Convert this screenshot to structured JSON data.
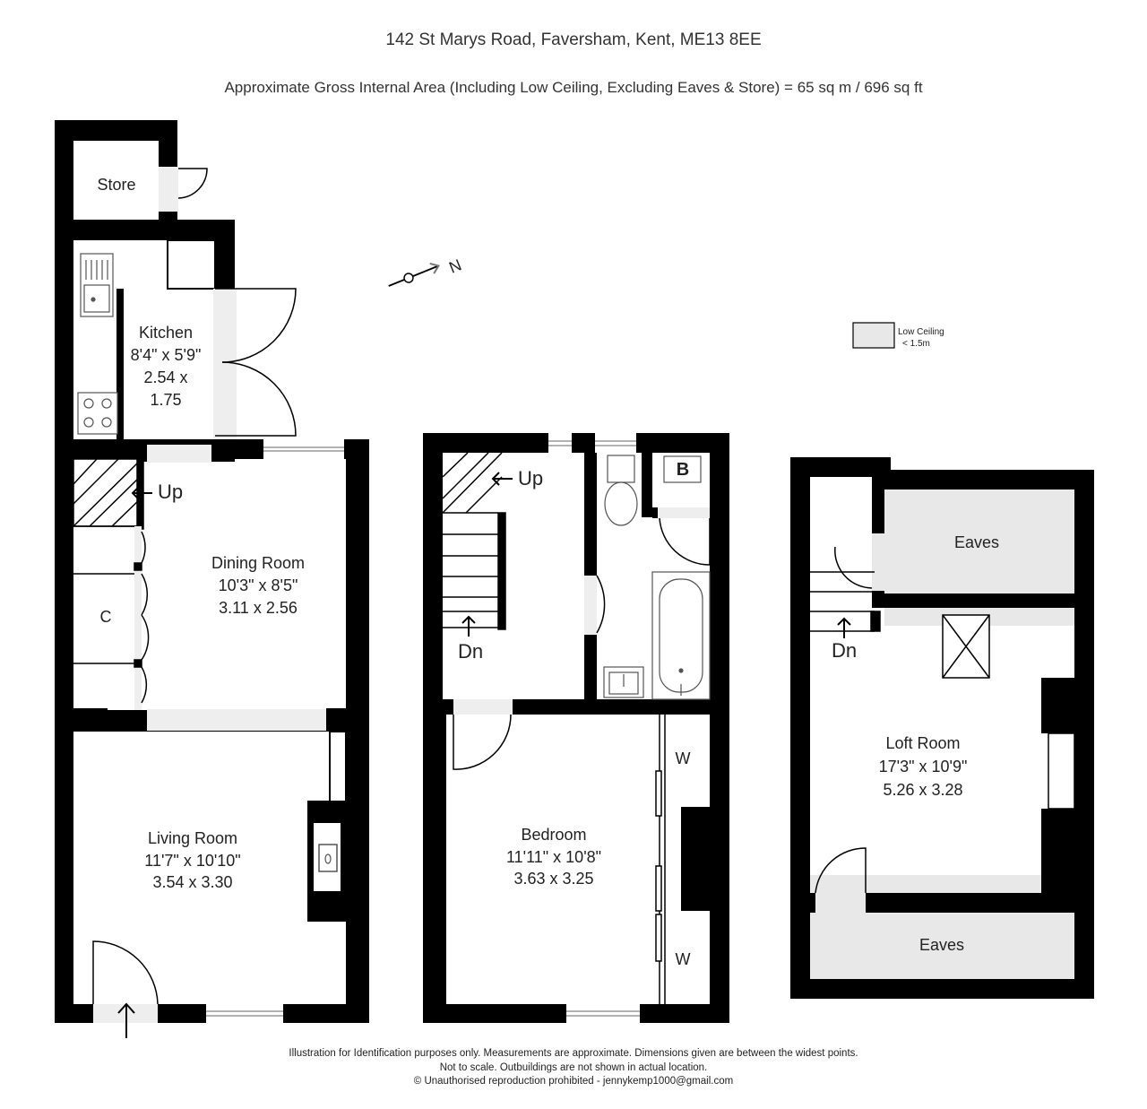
{
  "header": {
    "address": "142 St Marys Road, Faversham, Kent, ME13 8EE",
    "area": "Approximate Gross Internal Area (Including Low Ceiling, Excluding Eaves & Store) =  65 sq m / 696 sq ft"
  },
  "legend": {
    "line1": "Low Ceiling",
    "line2": "< 1.5m",
    "swatch_color": "#e8e8e8"
  },
  "rooms": {
    "store": "Store",
    "kitchen": {
      "name": "Kitchen",
      "imperial": "8'4\" x 5'9\"",
      "metric1": "2.54 x",
      "metric2": "1.75"
    },
    "dining": {
      "name": "Dining Room",
      "imperial": "10'3\" x 8'5\"",
      "metric": "3.11 x 2.56"
    },
    "cupboard": "C",
    "living": {
      "name": "Living Room",
      "imperial": "11'7\" x 10'10\"",
      "metric": "3.54 x 3.30"
    },
    "bedroom": {
      "name": "Bedroom",
      "imperial": "11'11\" x 10'8\"",
      "metric": "3.63 x 3.25"
    },
    "wardrobe1": "W",
    "wardrobe2": "W",
    "boiler": "B",
    "loft": {
      "name": "Loft Room",
      "imperial": "17'3\" x 10'9\"",
      "metric": "5.26 x 3.28"
    },
    "eaves_top": "Eaves",
    "eaves_bottom": "Eaves"
  },
  "stairs": {
    "ground_up": "Up",
    "first_up": "Up",
    "first_down": "Dn",
    "loft_down": "Dn"
  },
  "compass": "N",
  "footer": {
    "line1": "Illustration for Identification purposes only.  Measurements are approximate. Dimensions given are between the widest points.",
    "line2": "Not to scale.  Outbuildings are not shown in actual location.",
    "line3": "© Unauthorised reproduction prohibited  -  jennykemp1000@gmail.com"
  },
  "colors": {
    "wall": "#000000",
    "low_ceiling": "#e8e8e8",
    "fixture": "#555555"
  }
}
